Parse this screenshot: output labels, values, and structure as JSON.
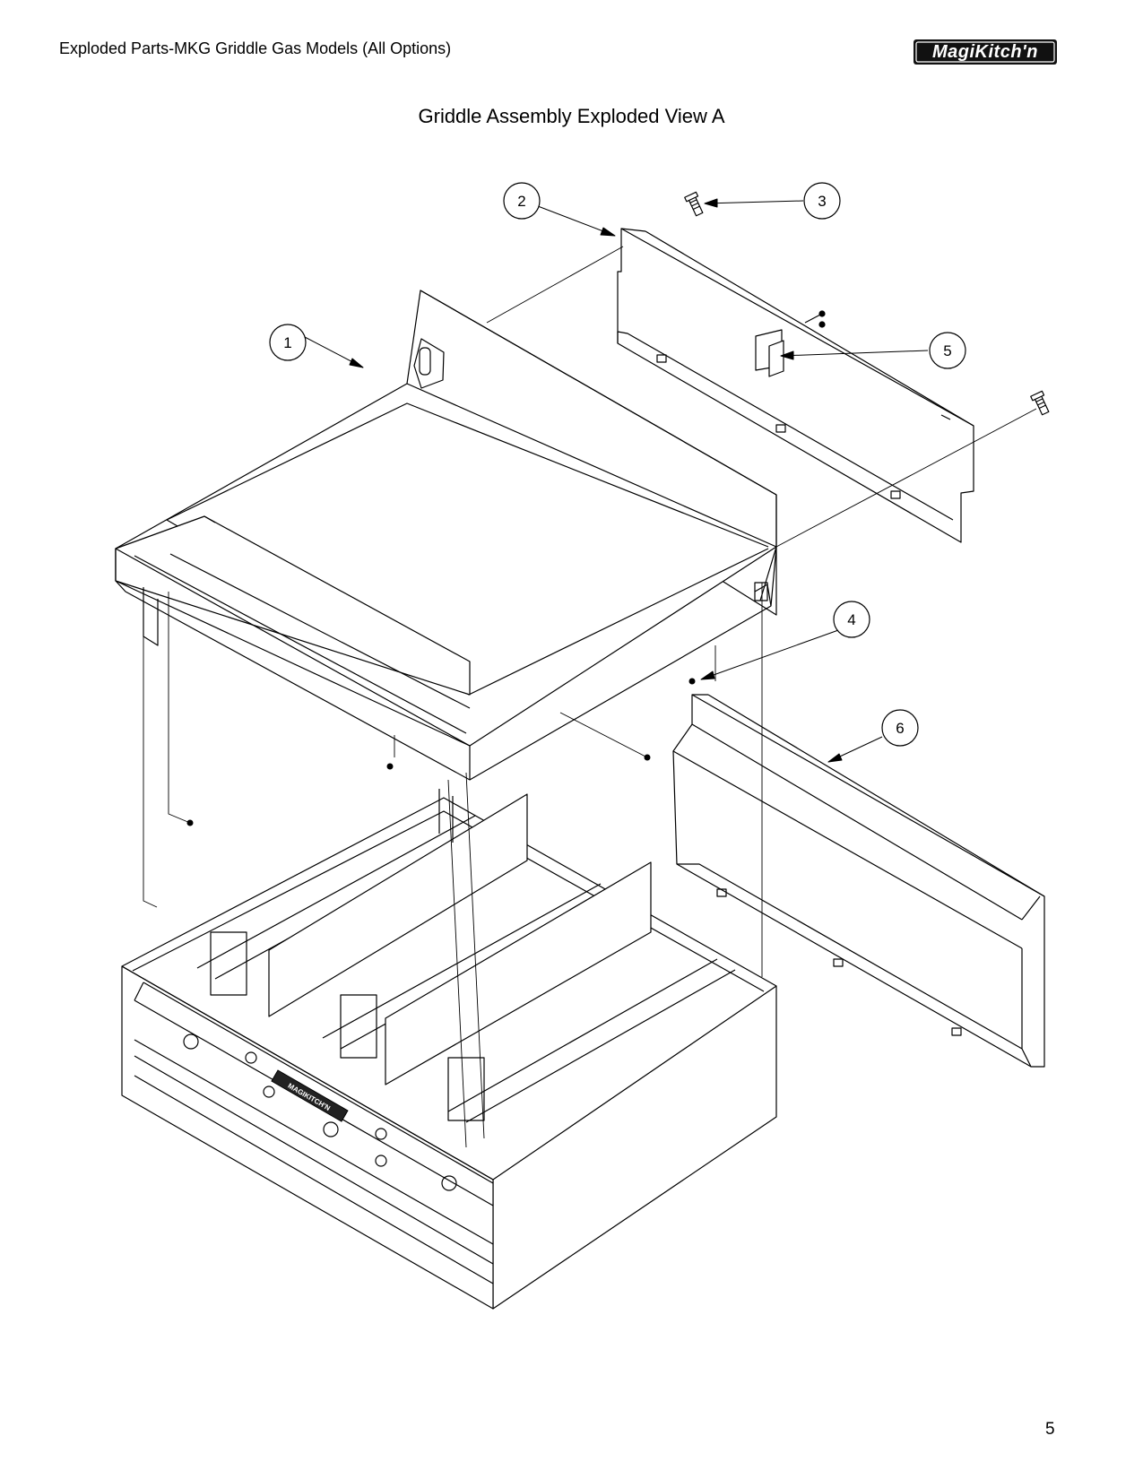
{
  "header": {
    "title": "Exploded Parts-MKG Griddle Gas Models (All Options)",
    "logo_text": "MagiKitch'n"
  },
  "view_title": "Griddle Assembly Exploded View A",
  "callouts": [
    {
      "label": "1"
    },
    {
      "label": "2"
    },
    {
      "label": "3"
    },
    {
      "label": "4"
    },
    {
      "label": "5"
    },
    {
      "label": "6"
    }
  ],
  "front_badge_text": "MAGIKITCH'N",
  "page_number": "5"
}
